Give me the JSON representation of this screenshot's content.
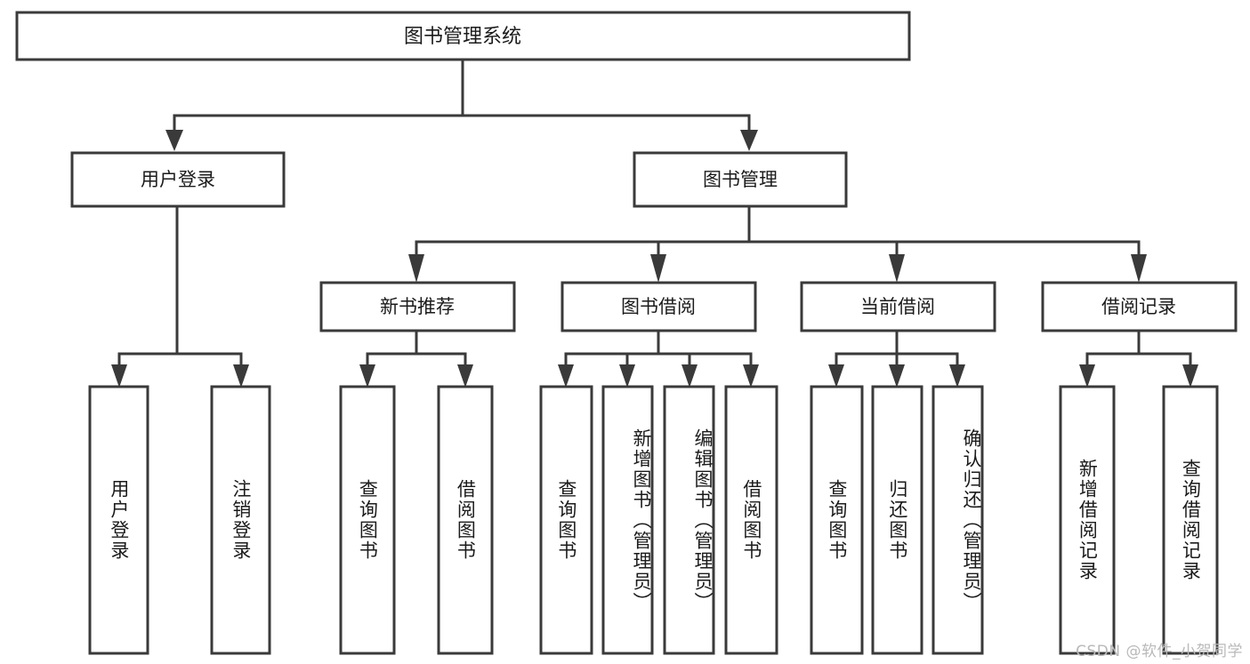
{
  "diagram": {
    "type": "hierarchy-tree",
    "title": "图书管理系统",
    "orientation": "top-down",
    "watermark": "CSDN @软件_小贺同学",
    "colors": {
      "box_stroke": "#3a3a3a",
      "box_fill": "#ffffff",
      "connector": "#3a3a3a",
      "text": "#1b1b1b",
      "watermark": "#b9b9b9",
      "background": "#ffffff"
    },
    "root": {
      "id": "root",
      "label": "图书管理系统"
    },
    "level2": [
      {
        "id": "user-login",
        "label": "用户登录"
      },
      {
        "id": "book-manage",
        "label": "图书管理"
      }
    ],
    "level3": [
      {
        "id": "new-book-recommend",
        "label": "新书推荐",
        "parent": "book-manage"
      },
      {
        "id": "book-borrow",
        "label": "图书借阅",
        "parent": "book-manage"
      },
      {
        "id": "current-borrow",
        "label": "当前借阅",
        "parent": "book-manage"
      },
      {
        "id": "borrow-record",
        "label": "借阅记录",
        "parent": "book-manage"
      }
    ],
    "leaves": {
      "user_login": [
        {
          "id": "leaf-user-login",
          "label": "用户登录"
        },
        {
          "id": "leaf-user-logout",
          "label": "注销登录"
        }
      ],
      "new_book_recommend": [
        {
          "id": "leaf-query-book-1",
          "label": "查询图书"
        },
        {
          "id": "leaf-borrow-book-1",
          "label": "借阅图书"
        }
      ],
      "book_borrow": [
        {
          "id": "leaf-query-book-2",
          "label": "查询图书"
        },
        {
          "id": "leaf-add-book",
          "label": "新增图书（管理员）"
        },
        {
          "id": "leaf-edit-book",
          "label": "编辑图书（管理员）"
        },
        {
          "id": "leaf-borrow-book-2",
          "label": "借阅图书"
        }
      ],
      "current_borrow": [
        {
          "id": "leaf-query-book-3",
          "label": "查询图书"
        },
        {
          "id": "leaf-return-book",
          "label": "归还图书"
        },
        {
          "id": "leaf-confirm-return",
          "label": "确认归还（管理员）"
        }
      ],
      "borrow_record": [
        {
          "id": "leaf-add-record",
          "label": "新增借阅记录"
        },
        {
          "id": "leaf-query-record",
          "label": "查询借阅记录"
        }
      ]
    }
  }
}
